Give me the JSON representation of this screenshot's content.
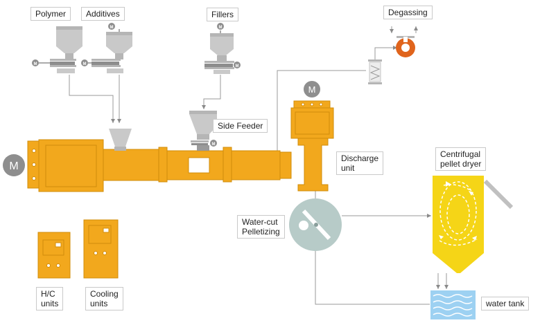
{
  "labels": {
    "polymer": "Polymer",
    "additives": "Additives",
    "fillers": "Fillers",
    "degassing": "Degassing",
    "side_feeder": "Side Feeder",
    "discharge_unit": "Discharge\nunit",
    "centrifugal_pellet_dryer": "Centrifugal\npellet dryer",
    "water_cut_pelletizing": "Water-cut\nPelletizing",
    "hc_units": "H/C\nunits",
    "cooling_units": "Cooling\nunits",
    "water_tank": "water tank",
    "motor": "M"
  },
  "colors": {
    "extruder_orange": "#f2a81d",
    "extruder_stroke": "#d08c0a",
    "dryer_yellow": "#f5d517",
    "hopper_gray": "#c9c9c9",
    "motor_gray": "#8e8e8e",
    "pelletizer_teal": "#b7cbc8",
    "degassing_orange": "#e0641c",
    "water_blue": "#9dd1f2",
    "line_gray": "#9a9a9a"
  }
}
